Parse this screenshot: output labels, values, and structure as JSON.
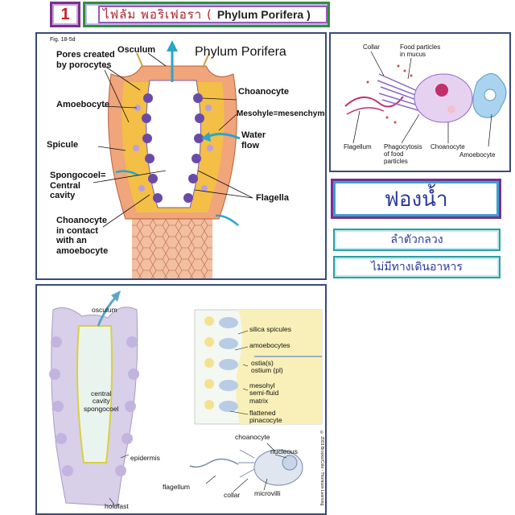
{
  "header": {
    "number": "1",
    "title_thai": "ไฟลัม  พอริเฟอรา  (",
    "title_latin": "Phylum Porifera )"
  },
  "panel_main": {
    "fig_label": "Fig. 18-5d",
    "title": "Phylum Porifera",
    "labels": {
      "osculum": "Osculum",
      "pores": "Pores created\nby porocytes",
      "amoebocyte": "Amoebocyte",
      "spicule": "Spicule",
      "spongocoel": "Spongocoel=\nCentral\ncavity",
      "choanocyte_contact": "Choanocyte\nin contact\nwith an\namoebocyte",
      "choanocyte": "Choanocyte",
      "mesohyl": "Mesohyle=mesenchyme",
      "water_flow": "Water\nflow",
      "flagella": "Flagella"
    }
  },
  "panel_cell": {
    "labels": {
      "collar": "Collar",
      "food_particles": "Food particles\nin mucus",
      "flagellum": "Flagellum",
      "phagocytosis": "Phagocytosis\nof food\nparticles",
      "choanocyte": "Choanocyte",
      "amoebocyte": "Amoebocyte"
    }
  },
  "thai_boxes": {
    "main": "ฟองน้ำ",
    "line1": "ลำตัวกลวง",
    "line2": "ไม่มีทางเดินอาหาร"
  },
  "panel_bottom": {
    "labels": {
      "osculum": "osculum",
      "central_cavity": "central\ncavity\nspongocoel",
      "epidermis": "epidermis",
      "holdfast": "holdfast",
      "silica_spicules": "silica spicules",
      "amoebocytes": "amoebocytes",
      "ostia": "ostia(s)\nostium (pl)",
      "mesohyl": "mesohyl\nsemi-fluid\nmatrix",
      "pinacocyte": "flattened\npinacocyte",
      "choanocyte": "choanocyte",
      "nucleous": "nucleous",
      "flagellum": "flagellum",
      "collar": "collar",
      "microvilli": "microvilli",
      "copyright": "© 2001 Brooks/Cole - Thomson Learning"
    }
  },
  "colors": {
    "title_red": "#b0202a",
    "thai_blue": "#2a3a9a",
    "water_arrow": "#2aa6c8",
    "sponge_body": "#e9a07a",
    "choanocyte_purple": "#6a4aa8"
  }
}
